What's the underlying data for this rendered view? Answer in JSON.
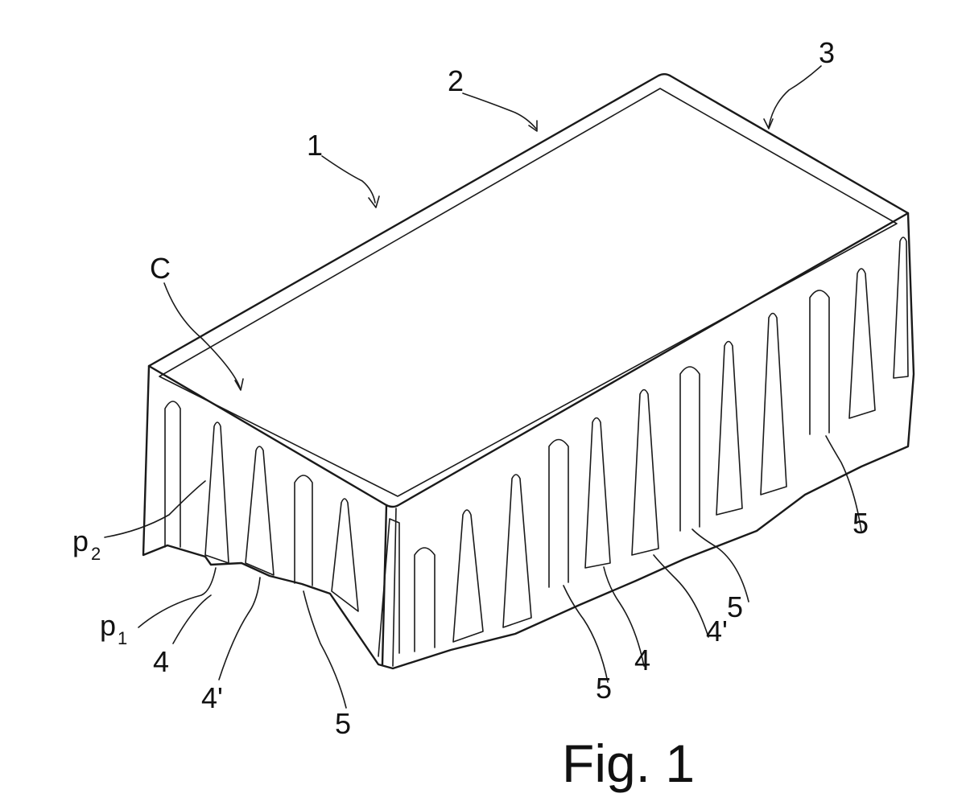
{
  "figure": {
    "caption": "Fig. 1",
    "labels": {
      "obj1": "1",
      "obj2": "2",
      "obj3": "3",
      "c": "C",
      "p2_main": "p",
      "p2_sub": "2",
      "p1_main": "p",
      "p1_sub": "1",
      "l4_a": "4",
      "l4p_a": "4'",
      "l5_a": "5",
      "l5_b": "5",
      "l4_b": "4",
      "l4p_b": "4'",
      "l5_c": "5",
      "l5_d": "5"
    }
  }
}
